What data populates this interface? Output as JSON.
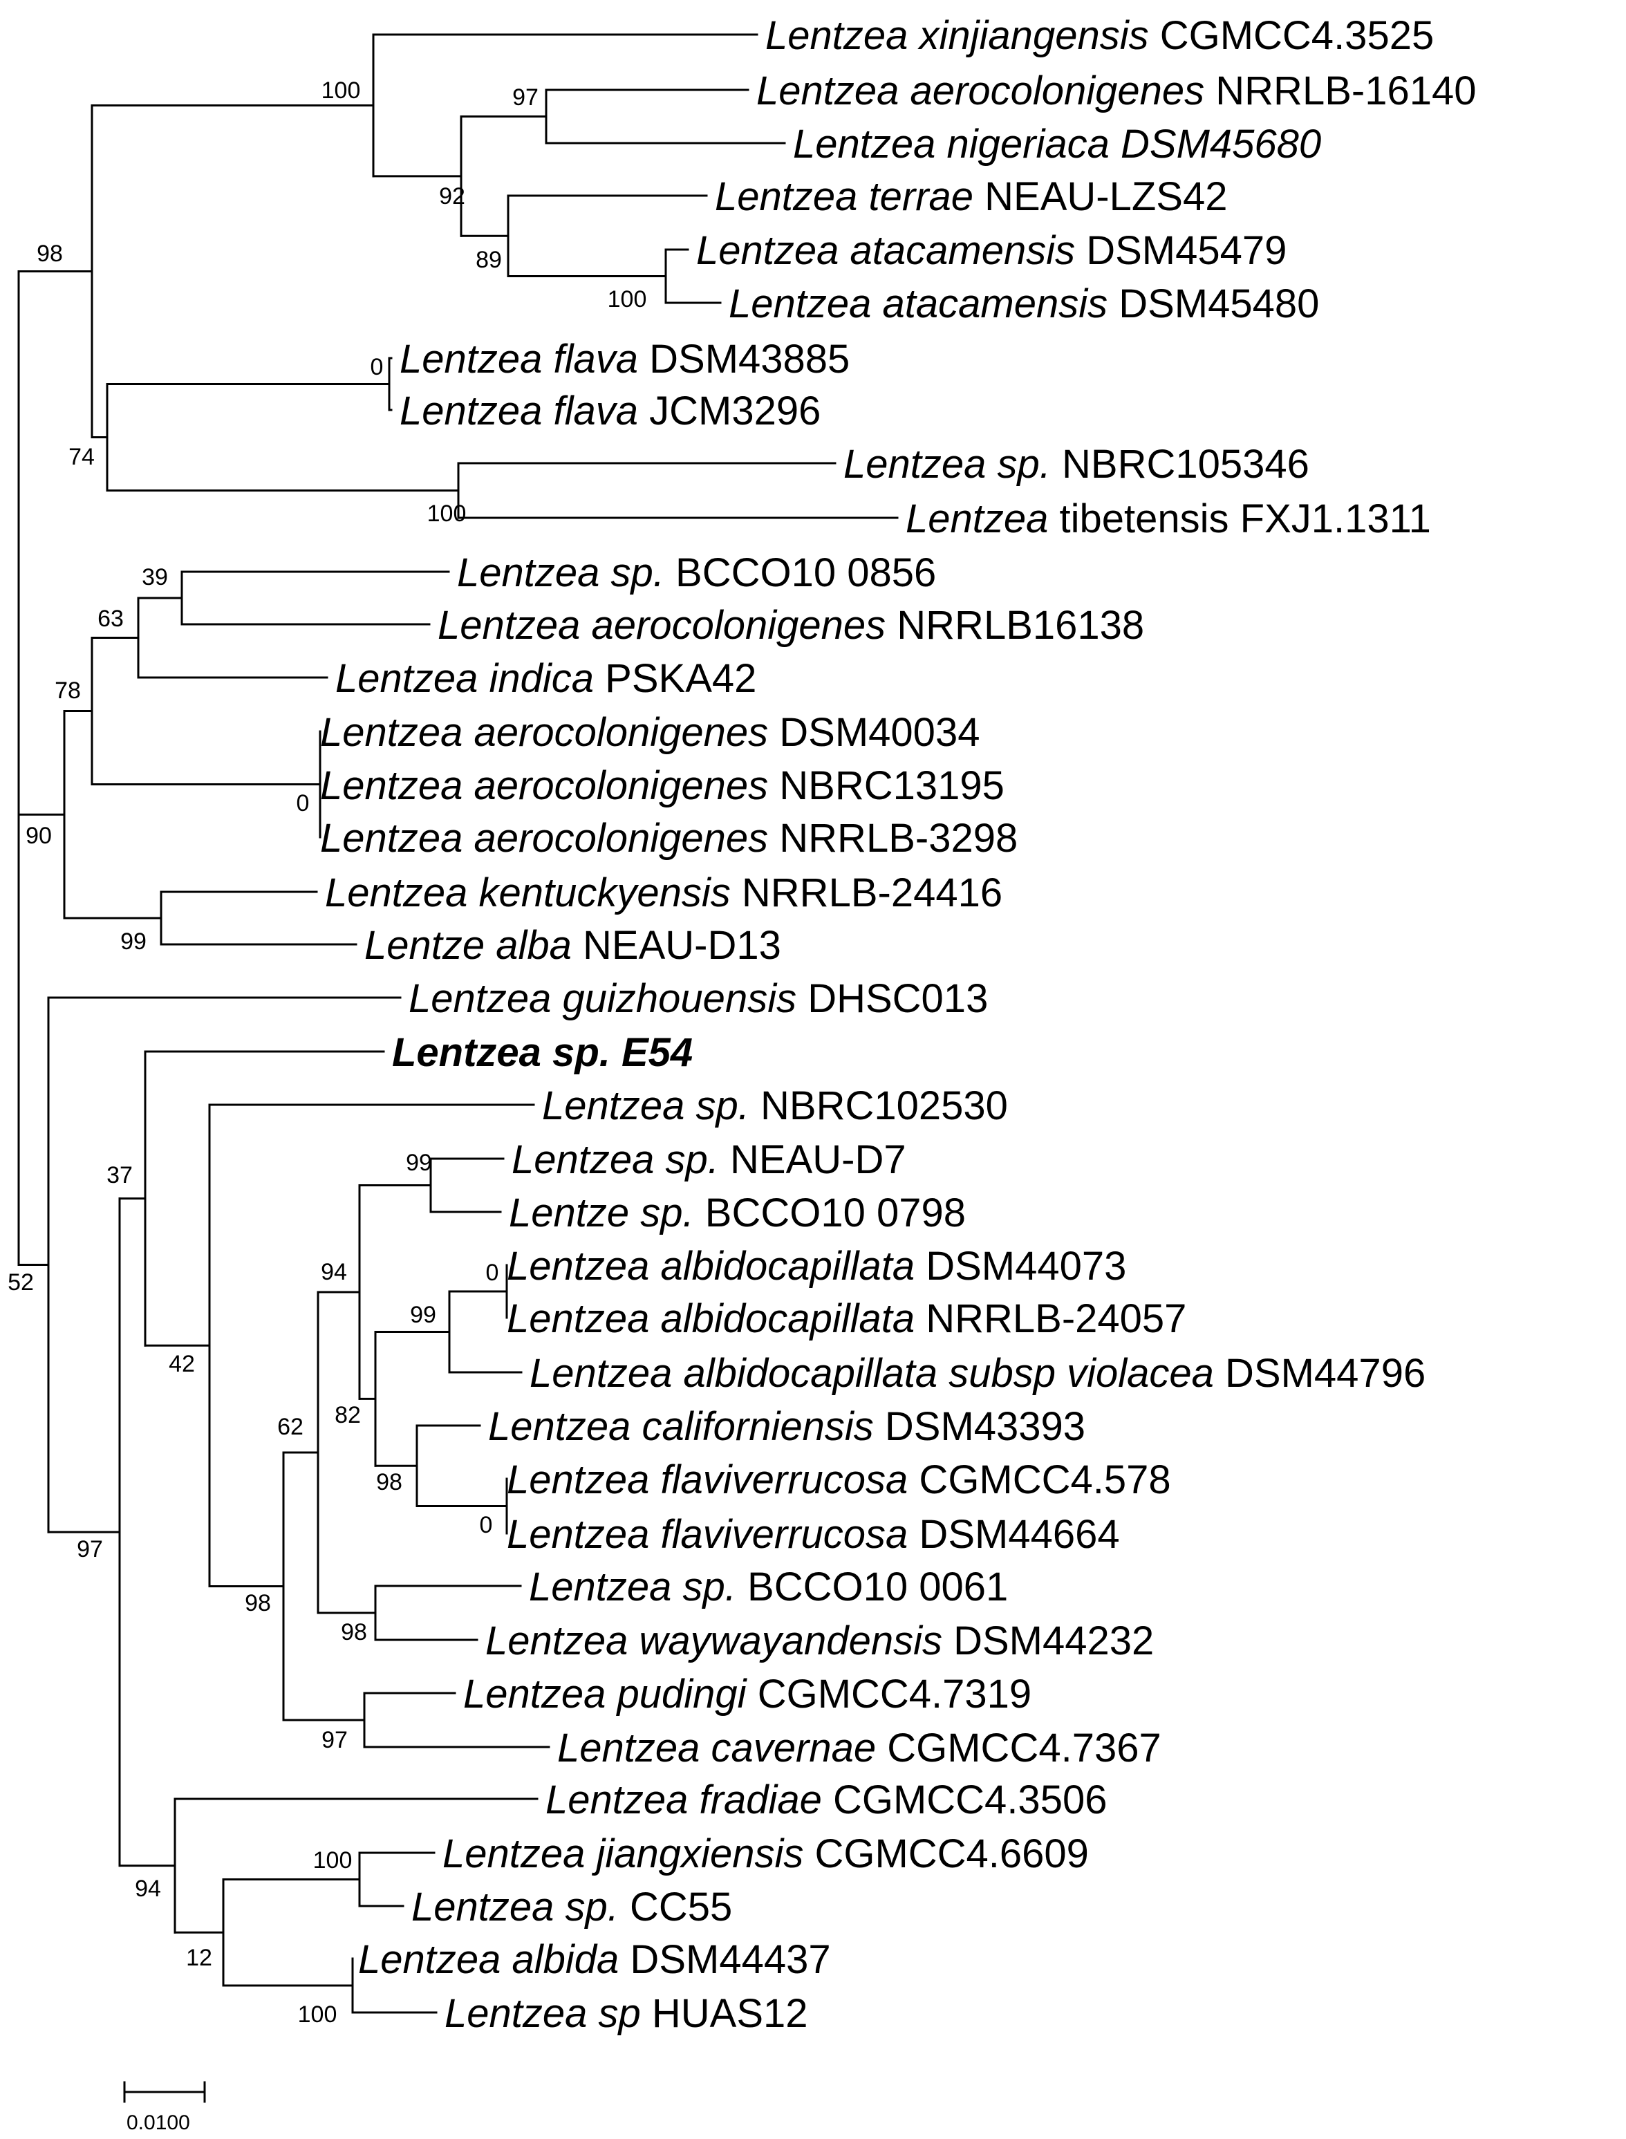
{
  "taxa": [
    {
      "id": "t1",
      "italic": "Lentzea xinjiangensis",
      "plain": " CGMCC4.3525"
    },
    {
      "id": "t2",
      "italic": "Lentzea aerocolonigenes",
      "plain": " NRRLB-16140"
    },
    {
      "id": "t3",
      "italic": "Lentzea nigeriaca DSM45680",
      "plain": ""
    },
    {
      "id": "t4",
      "italic": "Lentzea terrae",
      "plain": " NEAU-LZS42"
    },
    {
      "id": "t5",
      "italic": "Lentzea atacamensis",
      "plain": " DSM45479"
    },
    {
      "id": "t6",
      "italic": "Lentzea atacamensis",
      "plain": " DSM45480"
    },
    {
      "id": "t7",
      "italic": "Lentzea flava",
      "plain": " DSM43885"
    },
    {
      "id": "t8",
      "italic": "Lentzea flava",
      "plain": " JCM3296"
    },
    {
      "id": "t9",
      "italic": "Lentzea sp.",
      "plain": " NBRC105346"
    },
    {
      "id": "t10",
      "italic": "Lentzea",
      "plain": " tibetensis FXJ1.1311"
    },
    {
      "id": "t11",
      "italic": "Lentzea sp.",
      "plain": " BCCO10 0856"
    },
    {
      "id": "t12",
      "italic": "Lentzea aerocolonigenes",
      "plain": " NRRLB16138"
    },
    {
      "id": "t13",
      "italic": "Lentzea indica",
      "plain": " PSKA42"
    },
    {
      "id": "t14",
      "italic": "Lentzea aerocolonigenes",
      "plain": " DSM40034"
    },
    {
      "id": "t15",
      "italic": "Lentzea aerocolonigenes",
      "plain": " NBRC13195"
    },
    {
      "id": "t16",
      "italic": "Lentzea aerocolonigenes",
      "plain": " NRRLB-3298"
    },
    {
      "id": "t17",
      "italic": "Lentzea kentuckyensis",
      "plain": " NRRLB-24416"
    },
    {
      "id": "t18",
      "italic": "Lentze alba",
      "plain": " NEAU-D13"
    },
    {
      "id": "t19",
      "italic": "Lentzea guizhouensis",
      "plain": " DHSC013"
    },
    {
      "id": "t20",
      "italic": "Lentzea sp. E54",
      "plain": "",
      "bold": true
    },
    {
      "id": "t21",
      "italic": "Lentzea sp.",
      "plain": " NBRC102530"
    },
    {
      "id": "t22",
      "italic": "Lentzea sp.",
      "plain": " NEAU-D7"
    },
    {
      "id": "t23",
      "italic": "Lentze sp.",
      "plain": " BCCO10 0798"
    },
    {
      "id": "t24",
      "italic": "Lentzea albidocapillata",
      "plain": " DSM44073"
    },
    {
      "id": "t25",
      "italic": "Lentzea albidocapillata",
      "plain": " NRRLB-24057"
    },
    {
      "id": "t26",
      "italic": "Lentzea albidocapillata subsp violacea",
      "plain": " DSM44796"
    },
    {
      "id": "t27",
      "italic": "Lentzea californiensis",
      "plain": " DSM43393"
    },
    {
      "id": "t28",
      "italic": "Lentzea flaviverrucosa",
      "plain": " CGMCC4.578"
    },
    {
      "id": "t29",
      "italic": "Lentzea flaviverrucosa",
      "plain": " DSM44664"
    },
    {
      "id": "t30",
      "italic": "Lentzea sp.",
      "plain": " BCCO10 0061"
    },
    {
      "id": "t31",
      "italic": "Lentzea waywayandensis",
      "plain": " DSM44232"
    },
    {
      "id": "t32",
      "italic": "Lentzea pudingi",
      "plain": " CGMCC4.7319"
    },
    {
      "id": "t33",
      "italic": "Lentzea cavernae",
      "plain": " CGMCC4.7367"
    },
    {
      "id": "t34",
      "italic": "Lentzea fradiae",
      "plain": " CGMCC4.3506"
    },
    {
      "id": "t35",
      "italic": "Lentzea jiangxiensis",
      "plain": " CGMCC4.6609"
    },
    {
      "id": "t36",
      "italic": "Lentzea sp.",
      "plain": " CC55"
    },
    {
      "id": "t37",
      "italic": "Lentzea albida",
      "plain": " DSM44437"
    },
    {
      "id": "t38",
      "italic": "Lentzea sp",
      "plain": " HUAS12"
    }
  ],
  "bootstrap": [
    "100",
    "97",
    "92",
    "89",
    "100",
    "98",
    "0",
    "74",
    "100",
    "39",
    "63",
    "78",
    "0",
    "90",
    "99",
    "37",
    "99",
    "94",
    "0",
    "99",
    "82",
    "98",
    "0",
    "62",
    "98",
    "97",
    "98",
    "42",
    "100",
    "94",
    "12",
    "100",
    "97",
    "52"
  ],
  "scale_bar": {
    "label": "0.0100"
  }
}
